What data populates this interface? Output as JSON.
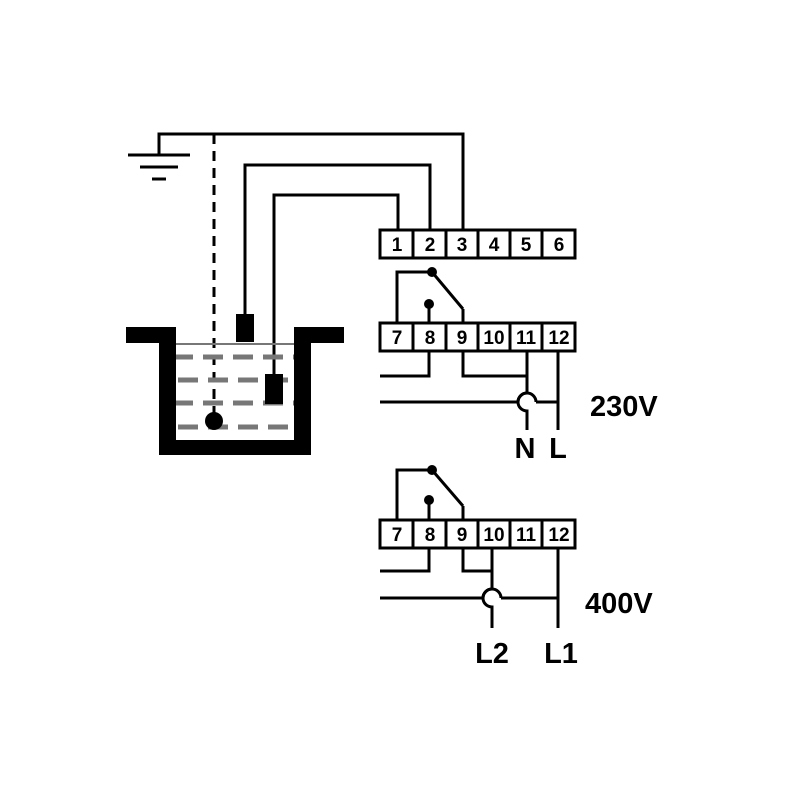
{
  "diagram": {
    "top_terminals": [
      "1",
      "2",
      "3",
      "4",
      "5",
      "6"
    ],
    "relay_230": {
      "terminals": [
        "7",
        "8",
        "9",
        "10",
        "11",
        "12"
      ],
      "voltage": "230V",
      "supply_left": "N",
      "supply_right": "L"
    },
    "relay_400": {
      "terminals": [
        "7",
        "8",
        "9",
        "10",
        "11",
        "12"
      ],
      "voltage": "400V",
      "supply_left": "L2",
      "supply_right": "L1"
    }
  },
  "colors": {
    "line": "#000000",
    "liquid": "#777777",
    "background": "#ffffff"
  }
}
